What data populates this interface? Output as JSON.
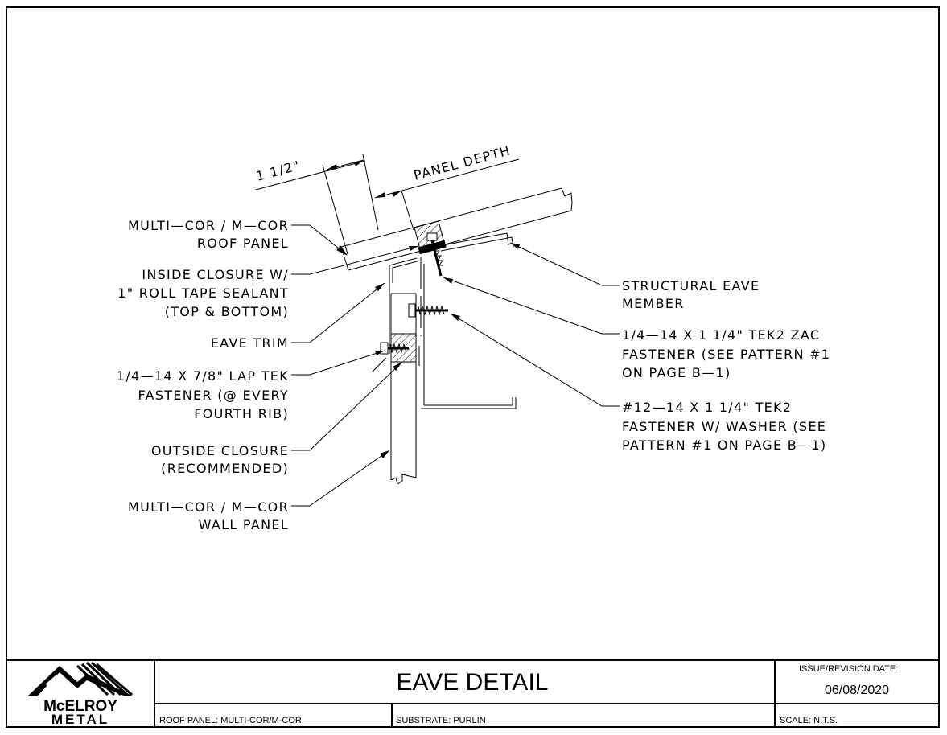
{
  "drawing": {
    "dim_one_half": "1 1/2\"",
    "dim_panel_depth": "PANEL DEPTH"
  },
  "labels_left": {
    "roof_panel": [
      "MULTI—COR / M—COR",
      "ROOF PANEL"
    ],
    "inside_closure": [
      "INSIDE CLOSURE W/",
      "1\" ROLL TAPE SEALANT",
      "(TOP & BOTTOM)"
    ],
    "eave_trim": [
      "EAVE TRIM"
    ],
    "lap_fastener": [
      "1/4—14 X 7/8\" LAP TEK",
      "FASTENER (@ EVERY",
      "FOURTH RIB)"
    ],
    "outside_closure": [
      "OUTSIDE CLOSURE",
      "(RECOMMENDED)"
    ],
    "wall_panel": [
      "MULTI—COR / M—COR",
      "WALL PANEL"
    ]
  },
  "labels_right": {
    "structural_eave": [
      "STRUCTURAL EAVE",
      "MEMBER"
    ],
    "zac_fastener": [
      "1/4—14 X 1 1/4\" TEK2 ZAC",
      "FASTENER (SEE PATTERN #1",
      "ON PAGE B—1)"
    ],
    "tek2_fastener": [
      "#12—14 X 1 1/4\" TEK2",
      "FASTENER W/ WASHER (SEE",
      "PATTERN #1 ON PAGE B—1)"
    ]
  },
  "title_block": {
    "logo_line1": "McELROY",
    "logo_line2": "METAL",
    "title": "EAVE DETAIL",
    "issue_label": "ISSUE/REVISION DATE:",
    "issue_date": "06/08/2020",
    "roof_panel_field": "ROOF PANEL: MULTI-COR/M-COR",
    "substrate_field": "SUBSTRATE: PURLIN",
    "scale_field": "SCALE: N.T.S."
  }
}
